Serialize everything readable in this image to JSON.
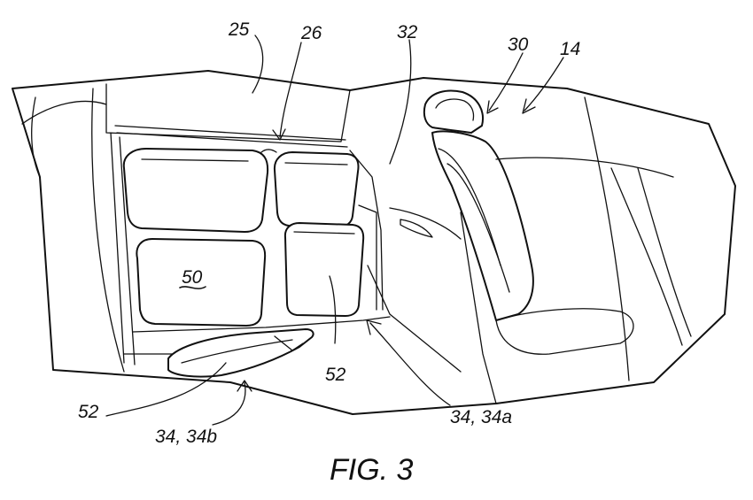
{
  "figure": {
    "caption": "FIG. 3",
    "reference_numerals": {
      "r25": "25",
      "r26": "26",
      "r32": "32",
      "r30": "30",
      "r14": "14",
      "r50": "50",
      "r52_center": "52",
      "r52_left": "52",
      "r34b": "34, 34b",
      "r34a": "34, 34a"
    }
  }
}
